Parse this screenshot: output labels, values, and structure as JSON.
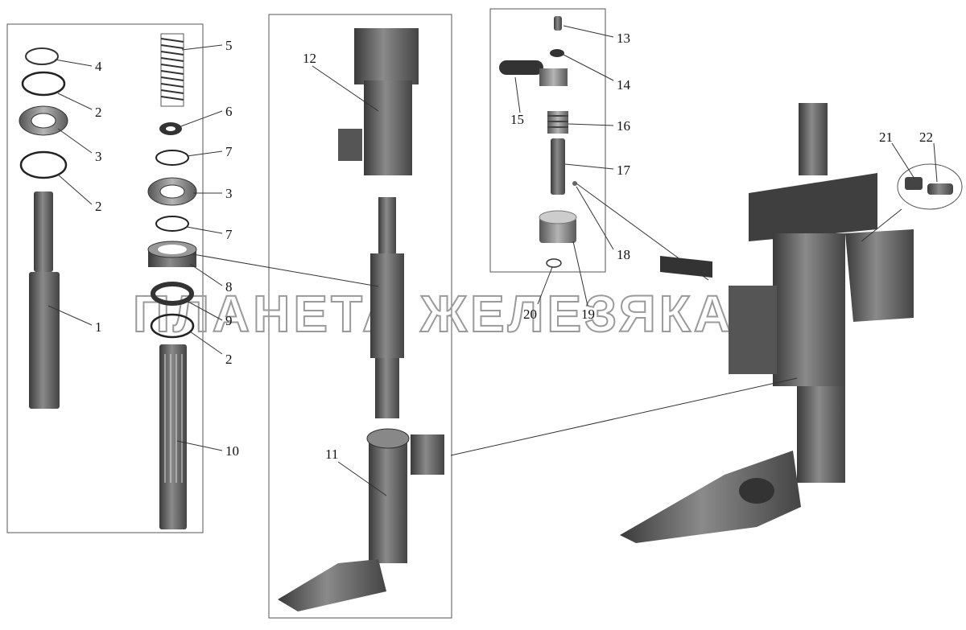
{
  "watermark": "ПЛАНЕТА ЖЕЛЕЗЯКА",
  "labels": {
    "p1": "1",
    "p2a": "2",
    "p2b": "2",
    "p2c": "2",
    "p3a": "3",
    "p3b": "3",
    "p4": "4",
    "p5": "5",
    "p6": "6",
    "p7a": "7",
    "p7b": "7",
    "p8": "8",
    "p9": "9",
    "p10": "10",
    "p11": "11",
    "p12": "12",
    "p13": "13",
    "p14": "14",
    "p15": "15",
    "p16": "16",
    "p17": "17",
    "p18": "18",
    "p19": "19",
    "p20": "20",
    "p21": "21",
    "p22": "22"
  },
  "colors": {
    "metal_dark": "#3c3c3c",
    "metal_mid": "#6e6e6e",
    "metal_light": "#a8a8a8",
    "frame": "#555555"
  }
}
